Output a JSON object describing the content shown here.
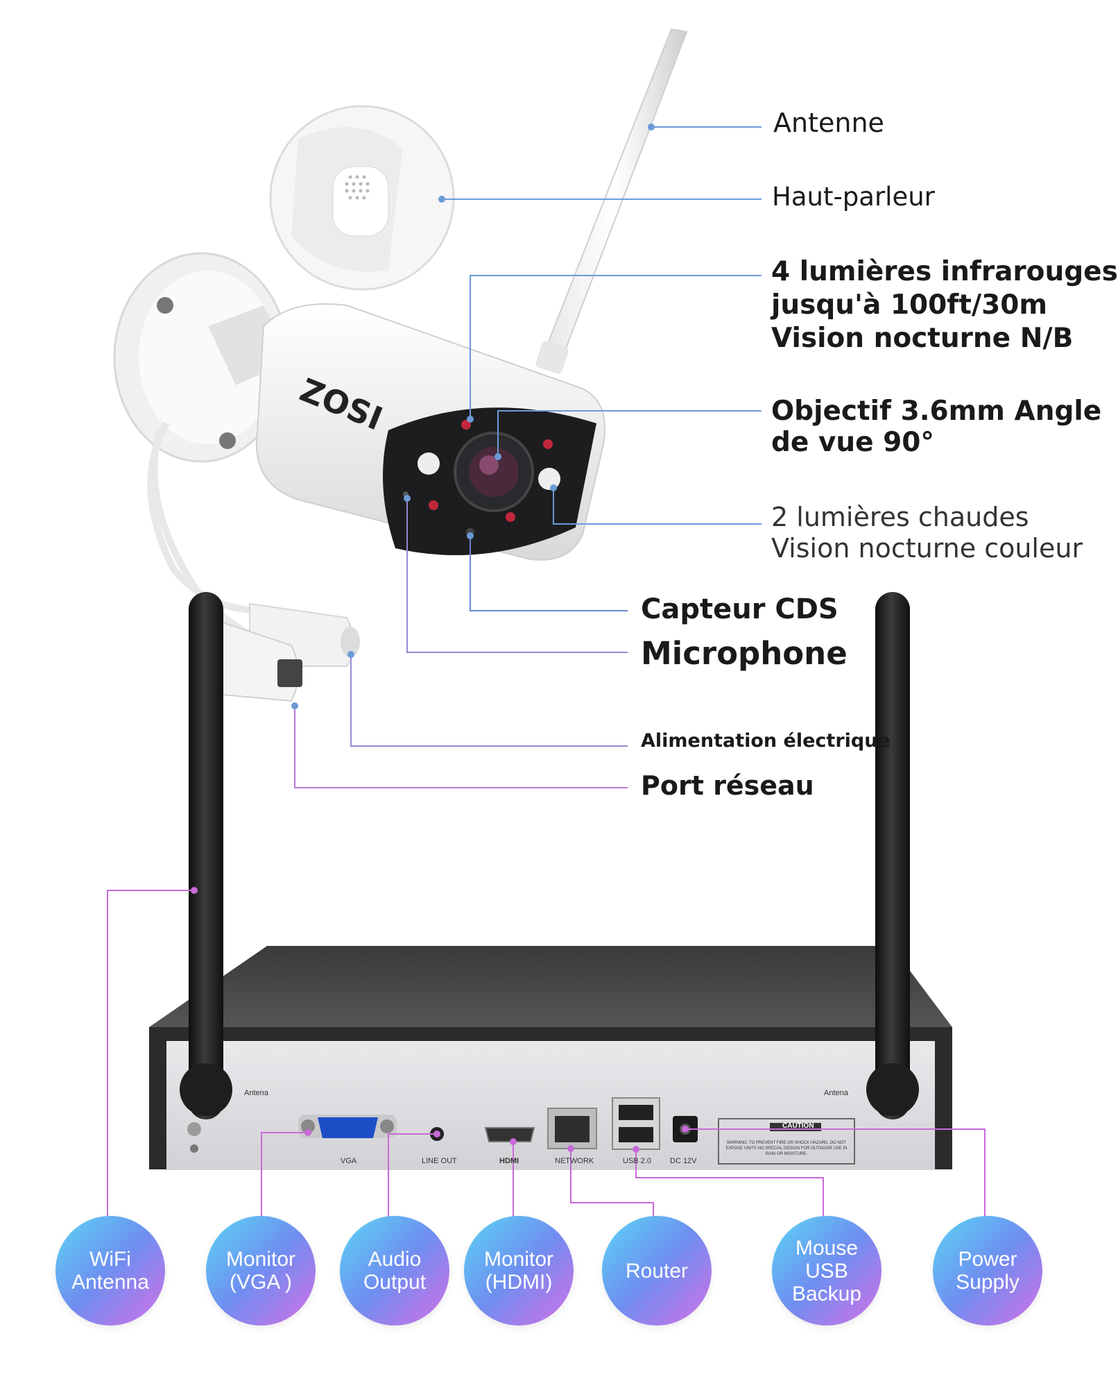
{
  "brand": "ZOSI",
  "camera_callouts": {
    "antenne": "Antenne",
    "haut_parleur": "Haut-parleur",
    "ir_line1": "4 lumières infrarouges",
    "ir_line2": "jusqu'à 100ft/30m",
    "ir_line3": "Vision nocturne N/B",
    "objectif_line1": "Objectif 3.6mm Angle",
    "objectif_line2": "de vue 90°",
    "warm_line1": "2 lumières chaudes",
    "warm_line2": "Vision nocturne couleur",
    "capteur": "Capteur CDS",
    "microphone": "Microphone",
    "alimentation": "Alimentation électrique",
    "port_reseau": "Port réseau"
  },
  "nvr_panel": {
    "antenna_left": "Antena",
    "antenna_right": "Antena",
    "vga": "VGA",
    "line_out": "LINE OUT",
    "hdmi": "HDMI",
    "network": "NETWORK",
    "usb": "USB 2.0",
    "dc": "DC 12V",
    "caution": "CAUTION",
    "warning": "WARNING: TO PREVENT FIRE OR SHOCK HAZARD, DO NOT EXPOSE UNITS NO SPECIAL DESIGN FOR OUTDOOR USE IN RAIN OR MOISTURE."
  },
  "bubbles": [
    {
      "lines": [
        "WiFi",
        "Antenna"
      ]
    },
    {
      "lines": [
        "Monitor",
        "(VGA )"
      ]
    },
    {
      "lines": [
        "Audio",
        "Output"
      ]
    },
    {
      "lines": [
        "Monitor",
        "(HDMI)"
      ]
    },
    {
      "lines": [
        "Router"
      ]
    },
    {
      "lines": [
        "Mouse",
        "USB",
        "Backup"
      ]
    },
    {
      "lines": [
        "Power",
        "Supply"
      ]
    }
  ],
  "colors": {
    "camera_line": "#6a9bd8",
    "mic_line": "#9a86d6",
    "nvr_line": "#c86ad8",
    "bubble_start": "#5ad6f5",
    "bubble_end": "#d56fe6"
  }
}
